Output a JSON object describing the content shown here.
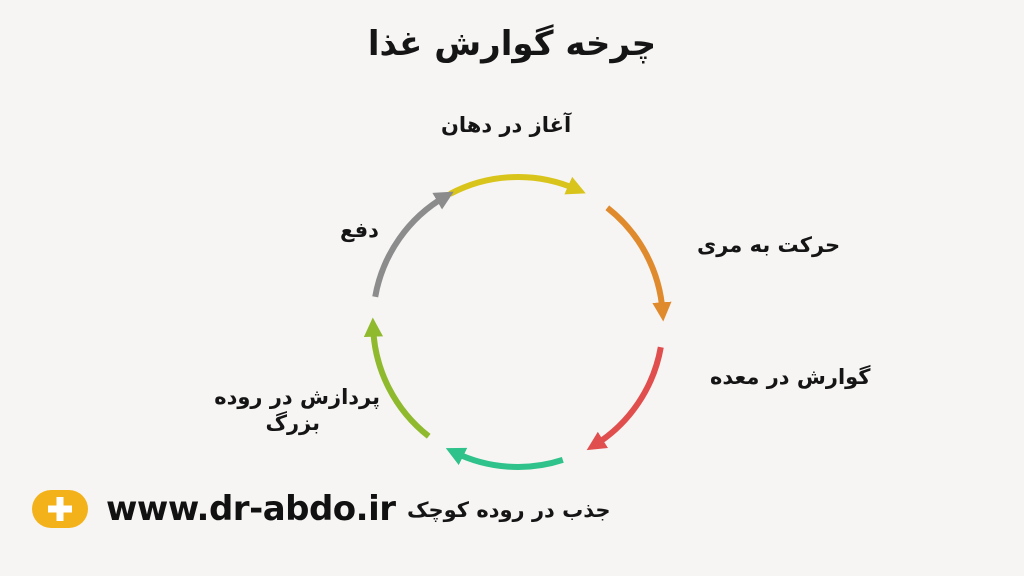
{
  "title": "چرخه گوارش  غذا",
  "stages": [
    {
      "label": "آغاز در دهان",
      "color": "#d9c41c"
    },
    {
      "label": "حرکت به مری",
      "color": "#e08a2e"
    },
    {
      "label": "گوارش در معده",
      "color": "#e04e4e"
    },
    {
      "label": "جذب در روده کوچک",
      "color": "#2fc28a"
    },
    {
      "label": "پردازش در روده\nبزرگ",
      "color": "#8fba2e"
    },
    {
      "label": "دفع",
      "color": "#8c8c8c"
    }
  ],
  "footer": {
    "url": "www.dr-abdo.ir",
    "badge_icon": "plus-icon",
    "badge_color": "#f3b21a"
  }
}
